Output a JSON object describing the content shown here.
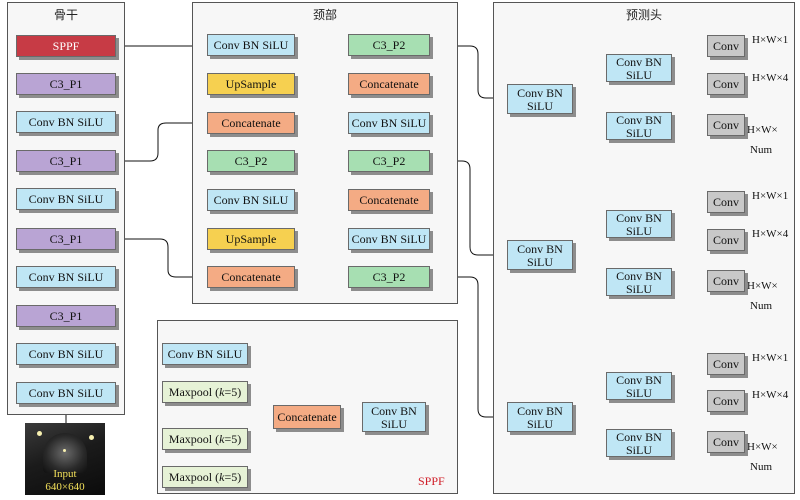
{
  "panels": {
    "backbone": "骨干",
    "neck": "颈部",
    "head": "预测头",
    "sppf": "SPPF"
  },
  "backbone": {
    "blocks": [
      "SPPF",
      "C3_P1",
      "Conv BN SiLU",
      "C3_P1",
      "Conv BN SiLU",
      "C3_P1",
      "Conv BN SiLU",
      "C3_P1",
      "Conv BN SiLU",
      "Conv BN SiLU"
    ],
    "input": {
      "line1": "Input",
      "line2": "640×640"
    }
  },
  "neck": {
    "left": [
      "Conv BN SiLU",
      "UpSample",
      "Concatenate",
      "C3_P2",
      "Conv BN SiLU",
      "UpSample",
      "Concatenate"
    ],
    "right": [
      "C3_P2",
      "Concatenate",
      "Conv BN SiLU",
      "C3_P2",
      "Concatenate",
      "Conv BN SiLU",
      "C3_P2"
    ]
  },
  "head": {
    "groups": [
      {
        "root": [
          "Conv BN",
          "SiLU"
        ],
        "branches": [
          [
            "Conv BN",
            "SiLU"
          ],
          [
            "Conv BN",
            "SiLU"
          ]
        ],
        "conv": [
          "Conv",
          "Conv",
          "Conv"
        ]
      },
      {
        "root": [
          "Conv BN",
          "SiLU"
        ],
        "branches": [
          [
            "Conv BN",
            "SiLU"
          ],
          [
            "Conv BN",
            "SiLU"
          ]
        ],
        "conv": [
          "Conv",
          "Conv",
          "Conv"
        ]
      },
      {
        "root": [
          "Conv BN",
          "SiLU"
        ],
        "branches": [
          [
            "Conv BN",
            "SiLU"
          ],
          [
            "Conv BN",
            "SiLU"
          ]
        ],
        "conv": [
          "Conv",
          "Conv",
          "Conv"
        ]
      }
    ],
    "outputs": {
      "o1": "H×W×1",
      "o2": "H×W×4",
      "o3a": "H×W×",
      "o3b": "Num"
    }
  },
  "sppf": {
    "conv_in": "Conv BN SiLU",
    "pool": [
      "Maxpool (k=5)",
      "Maxpool (k=5)",
      "Maxpool (k=5)"
    ],
    "concat": "Concatenate",
    "conv_out": [
      "Conv BN",
      "SiLU"
    ]
  }
}
